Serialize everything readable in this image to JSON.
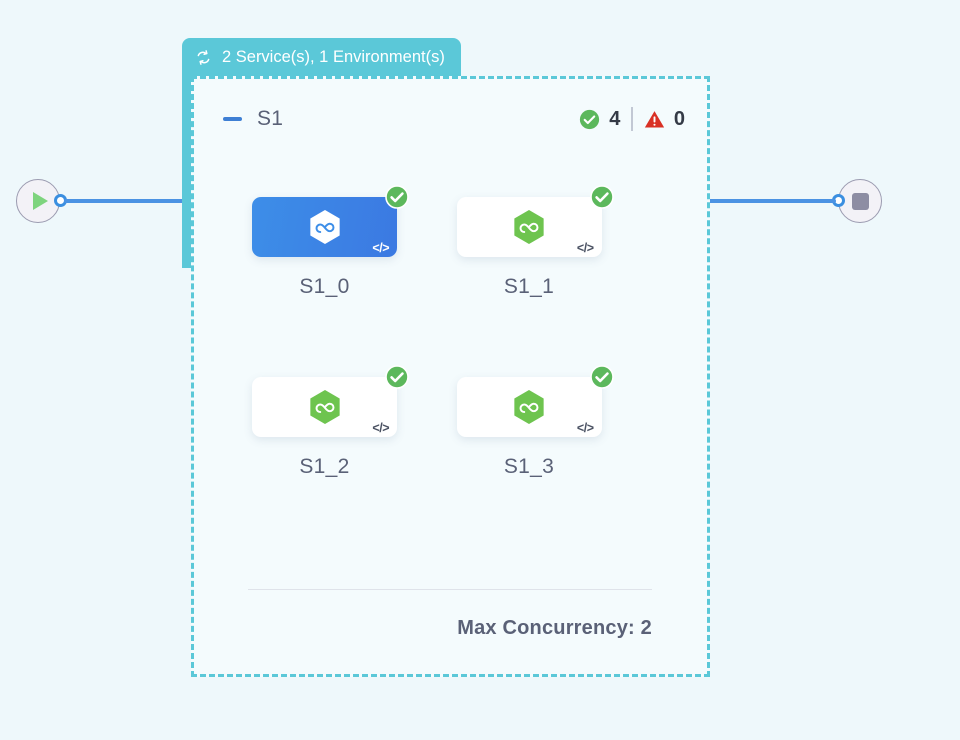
{
  "canvas": {
    "background_color": "#eef8fb"
  },
  "start_node": {
    "name": "start",
    "icon": "play-icon"
  },
  "end_node": {
    "name": "end",
    "icon": "stop-icon"
  },
  "group": {
    "header": {
      "icon": "loop-icon",
      "title": "2 Service(s), 1 Environment(s)",
      "background_color": "#5bc8d8"
    },
    "collapse_icon": "minus-icon",
    "name": "S1",
    "status": {
      "success_icon": "check-circle-icon",
      "success_count": "4",
      "warning_icon": "warning-triangle-icon",
      "warning_count": "0",
      "success_color": "#5cb85c",
      "warning_color": "#d93025"
    },
    "nodes": [
      {
        "label": "S1_0",
        "selected": true,
        "icon": "hexagon-node-icon",
        "code_glyph": "</>",
        "status_icon": "check-circle-icon",
        "accent_color": "#3d8ee8"
      },
      {
        "label": "S1_1",
        "selected": false,
        "icon": "hexagon-node-icon",
        "code_glyph": "</>",
        "status_icon": "check-circle-icon",
        "accent_color": "#6ec44f"
      },
      {
        "label": "S1_2",
        "selected": false,
        "icon": "hexagon-node-icon",
        "code_glyph": "</>",
        "status_icon": "check-circle-icon",
        "accent_color": "#6ec44f"
      },
      {
        "label": "S1_3",
        "selected": false,
        "icon": "hexagon-node-icon",
        "code_glyph": "</>",
        "status_icon": "check-circle-icon",
        "accent_color": "#6ec44f"
      }
    ],
    "footer": {
      "max_concurrency_label": "Max Concurrency: 2"
    }
  }
}
